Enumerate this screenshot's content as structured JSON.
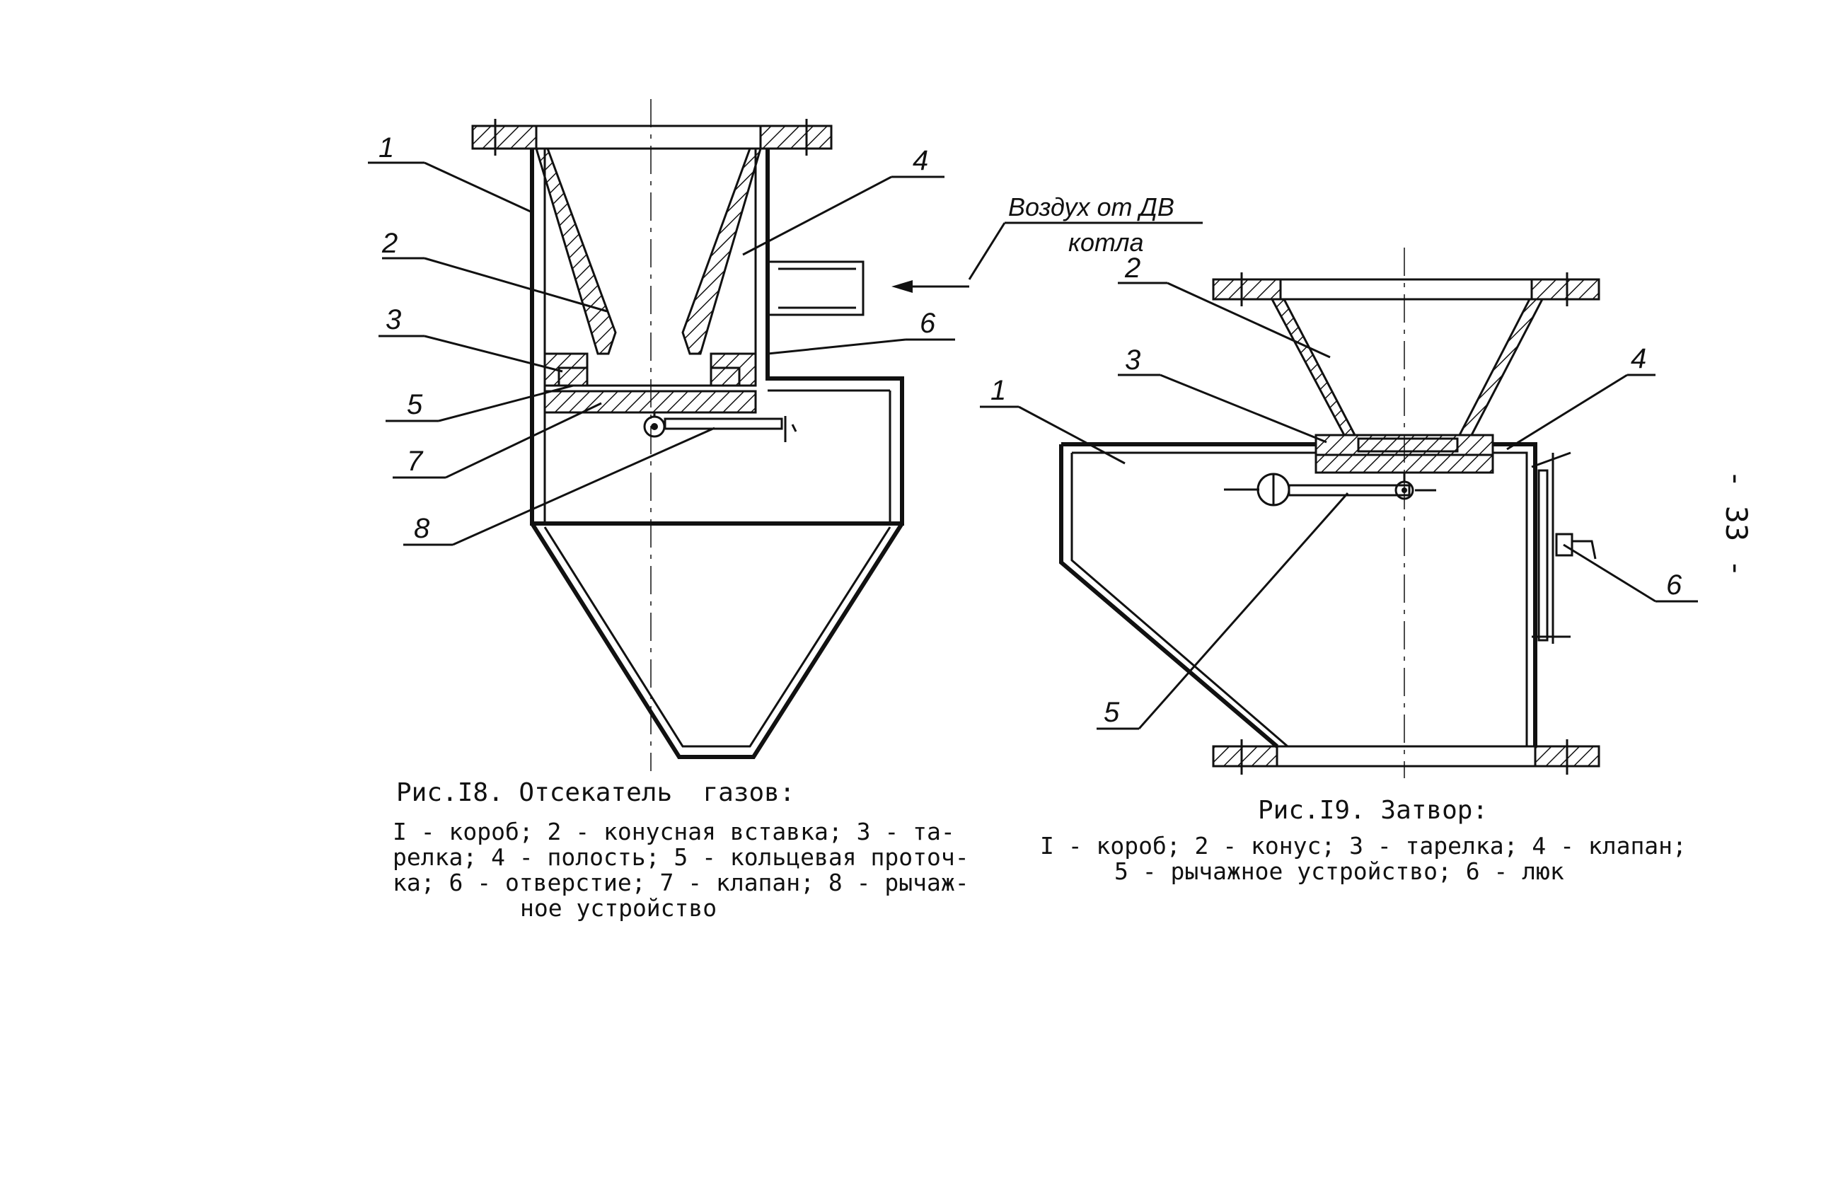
{
  "fig18": {
    "title": "Рис.I8. Отсекатель  газов:",
    "legend": [
      "I - короб; 2 - конусная вставка; 3 - та-",
      "релка; 4 - полость; 5 - кольцевая проточ-",
      "ка; 6 - отверстие; 7 - клапан; 8 - рычаж-",
      "ное устройство"
    ],
    "labels": [
      "1",
      "2",
      "3",
      "4",
      "5",
      "6",
      "7",
      "8"
    ],
    "note_line1": "Воздух от  ДВ",
    "note_line2": "котла"
  },
  "fig19": {
    "title": "Рис.I9. Затвор:",
    "legend": [
      "I - короб; 2 - конус; 3 - тарелка; 4 - клапан;",
      "5 - рычажное устройство; 6 - люк"
    ],
    "labels": [
      "1",
      "2",
      "3",
      "4",
      "5",
      "6"
    ]
  },
  "page_number": "- 33 -"
}
